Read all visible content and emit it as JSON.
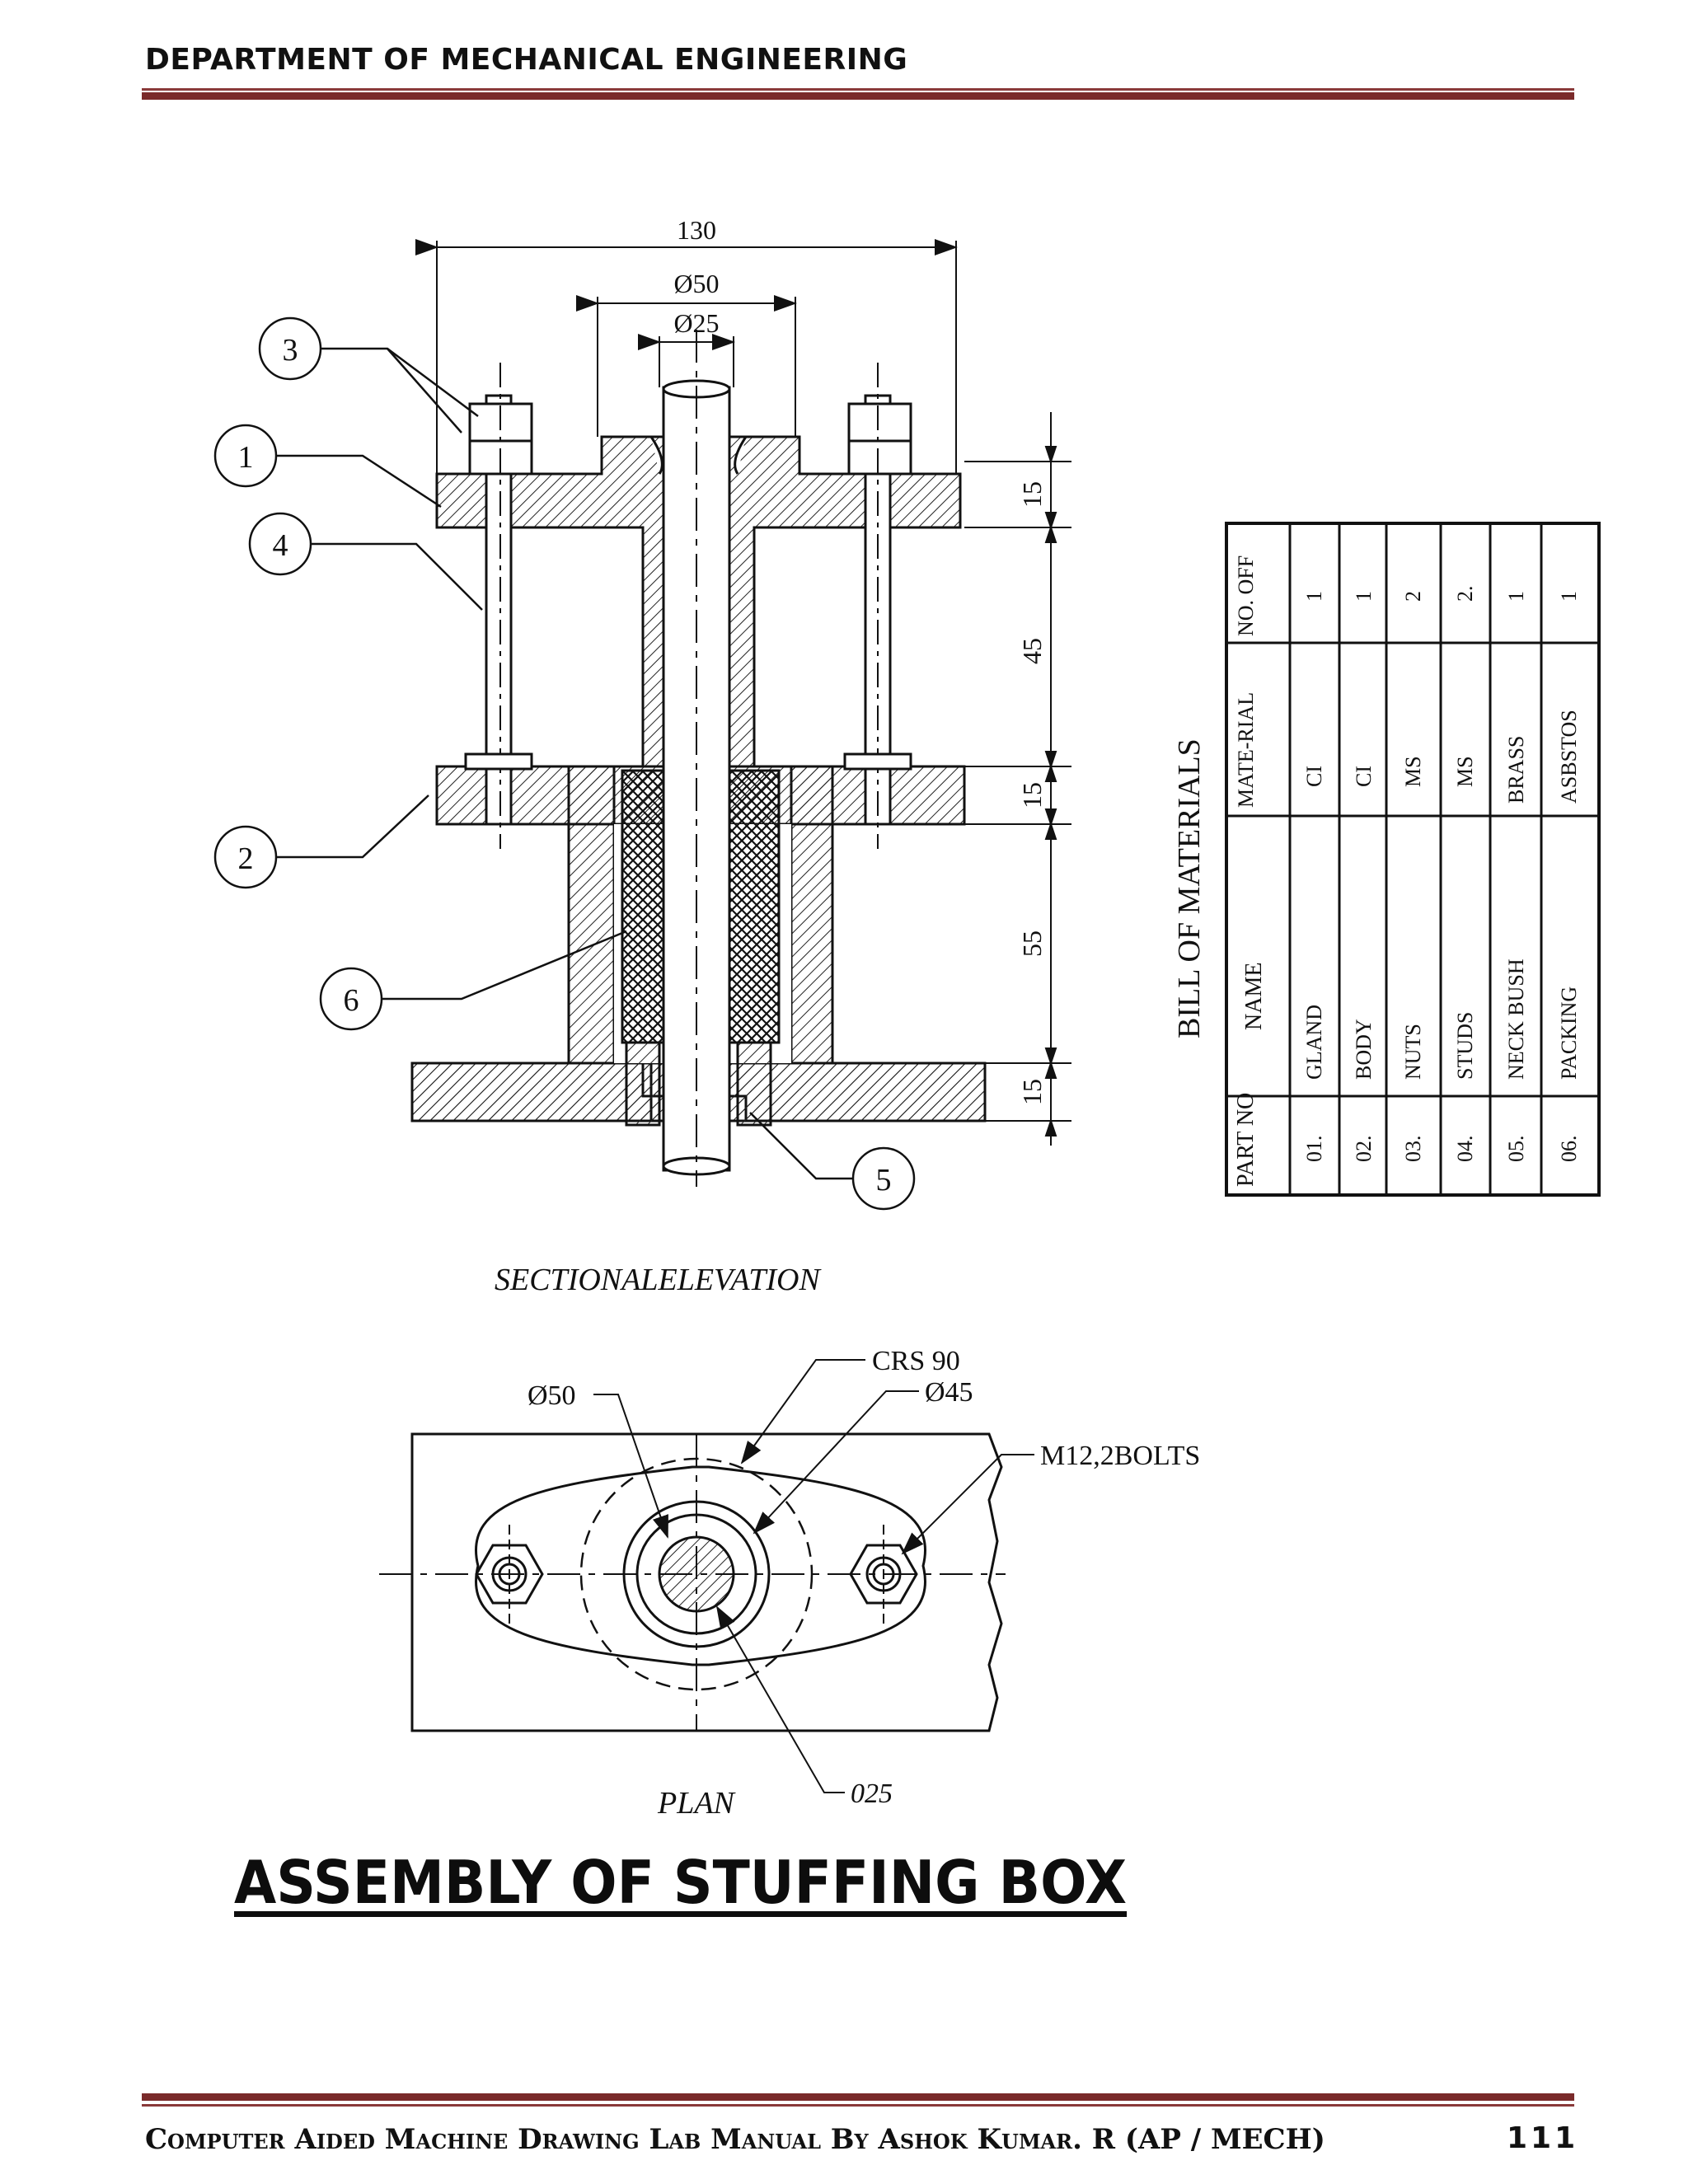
{
  "header": {
    "title": "DEPARTMENT OF MECHANICAL ENGINEERING"
  },
  "elevation": {
    "caption": "SECTIONALELEVATION",
    "dimensions": {
      "overall_width": "130",
      "dia_outer": "Ø50",
      "dia_rod": "Ø25",
      "h1": "15",
      "h2": "45",
      "h3": "15",
      "h4": "55",
      "h5": "15"
    },
    "balloons": [
      "3",
      "1",
      "4",
      "2",
      "6",
      "5"
    ]
  },
  "plan": {
    "caption": "PLAN",
    "callouts": {
      "crs": "CRS 90",
      "d45": "Ø45",
      "d50": "Ø50",
      "bolts": "M12,2BOLTS",
      "d25": "025"
    }
  },
  "bom": {
    "title": "BILL OF MATERIALS",
    "headers": [
      "PART NO",
      "NAME",
      "MATE-RIAL",
      "NO. OFF"
    ],
    "rows": [
      [
        "01.",
        "GLAND",
        "CI",
        "1"
      ],
      [
        "02.",
        "BODY",
        "CI",
        "1"
      ],
      [
        "03.",
        "NUTS",
        "MS",
        "2"
      ],
      [
        "04.",
        "STUDS",
        "MS",
        "2."
      ],
      [
        "05.",
        "NECK BUSH",
        "BRASS",
        "1"
      ],
      [
        "06.",
        "PACKING",
        "ASBSTOS",
        "1"
      ]
    ]
  },
  "main_title": "ASSEMBLY OF STUFFING BOX",
  "footer": {
    "text": "Computer Aided Machine Drawing Lab Manual By Ashok Kumar. R (AP / MECH)",
    "page": "111"
  }
}
